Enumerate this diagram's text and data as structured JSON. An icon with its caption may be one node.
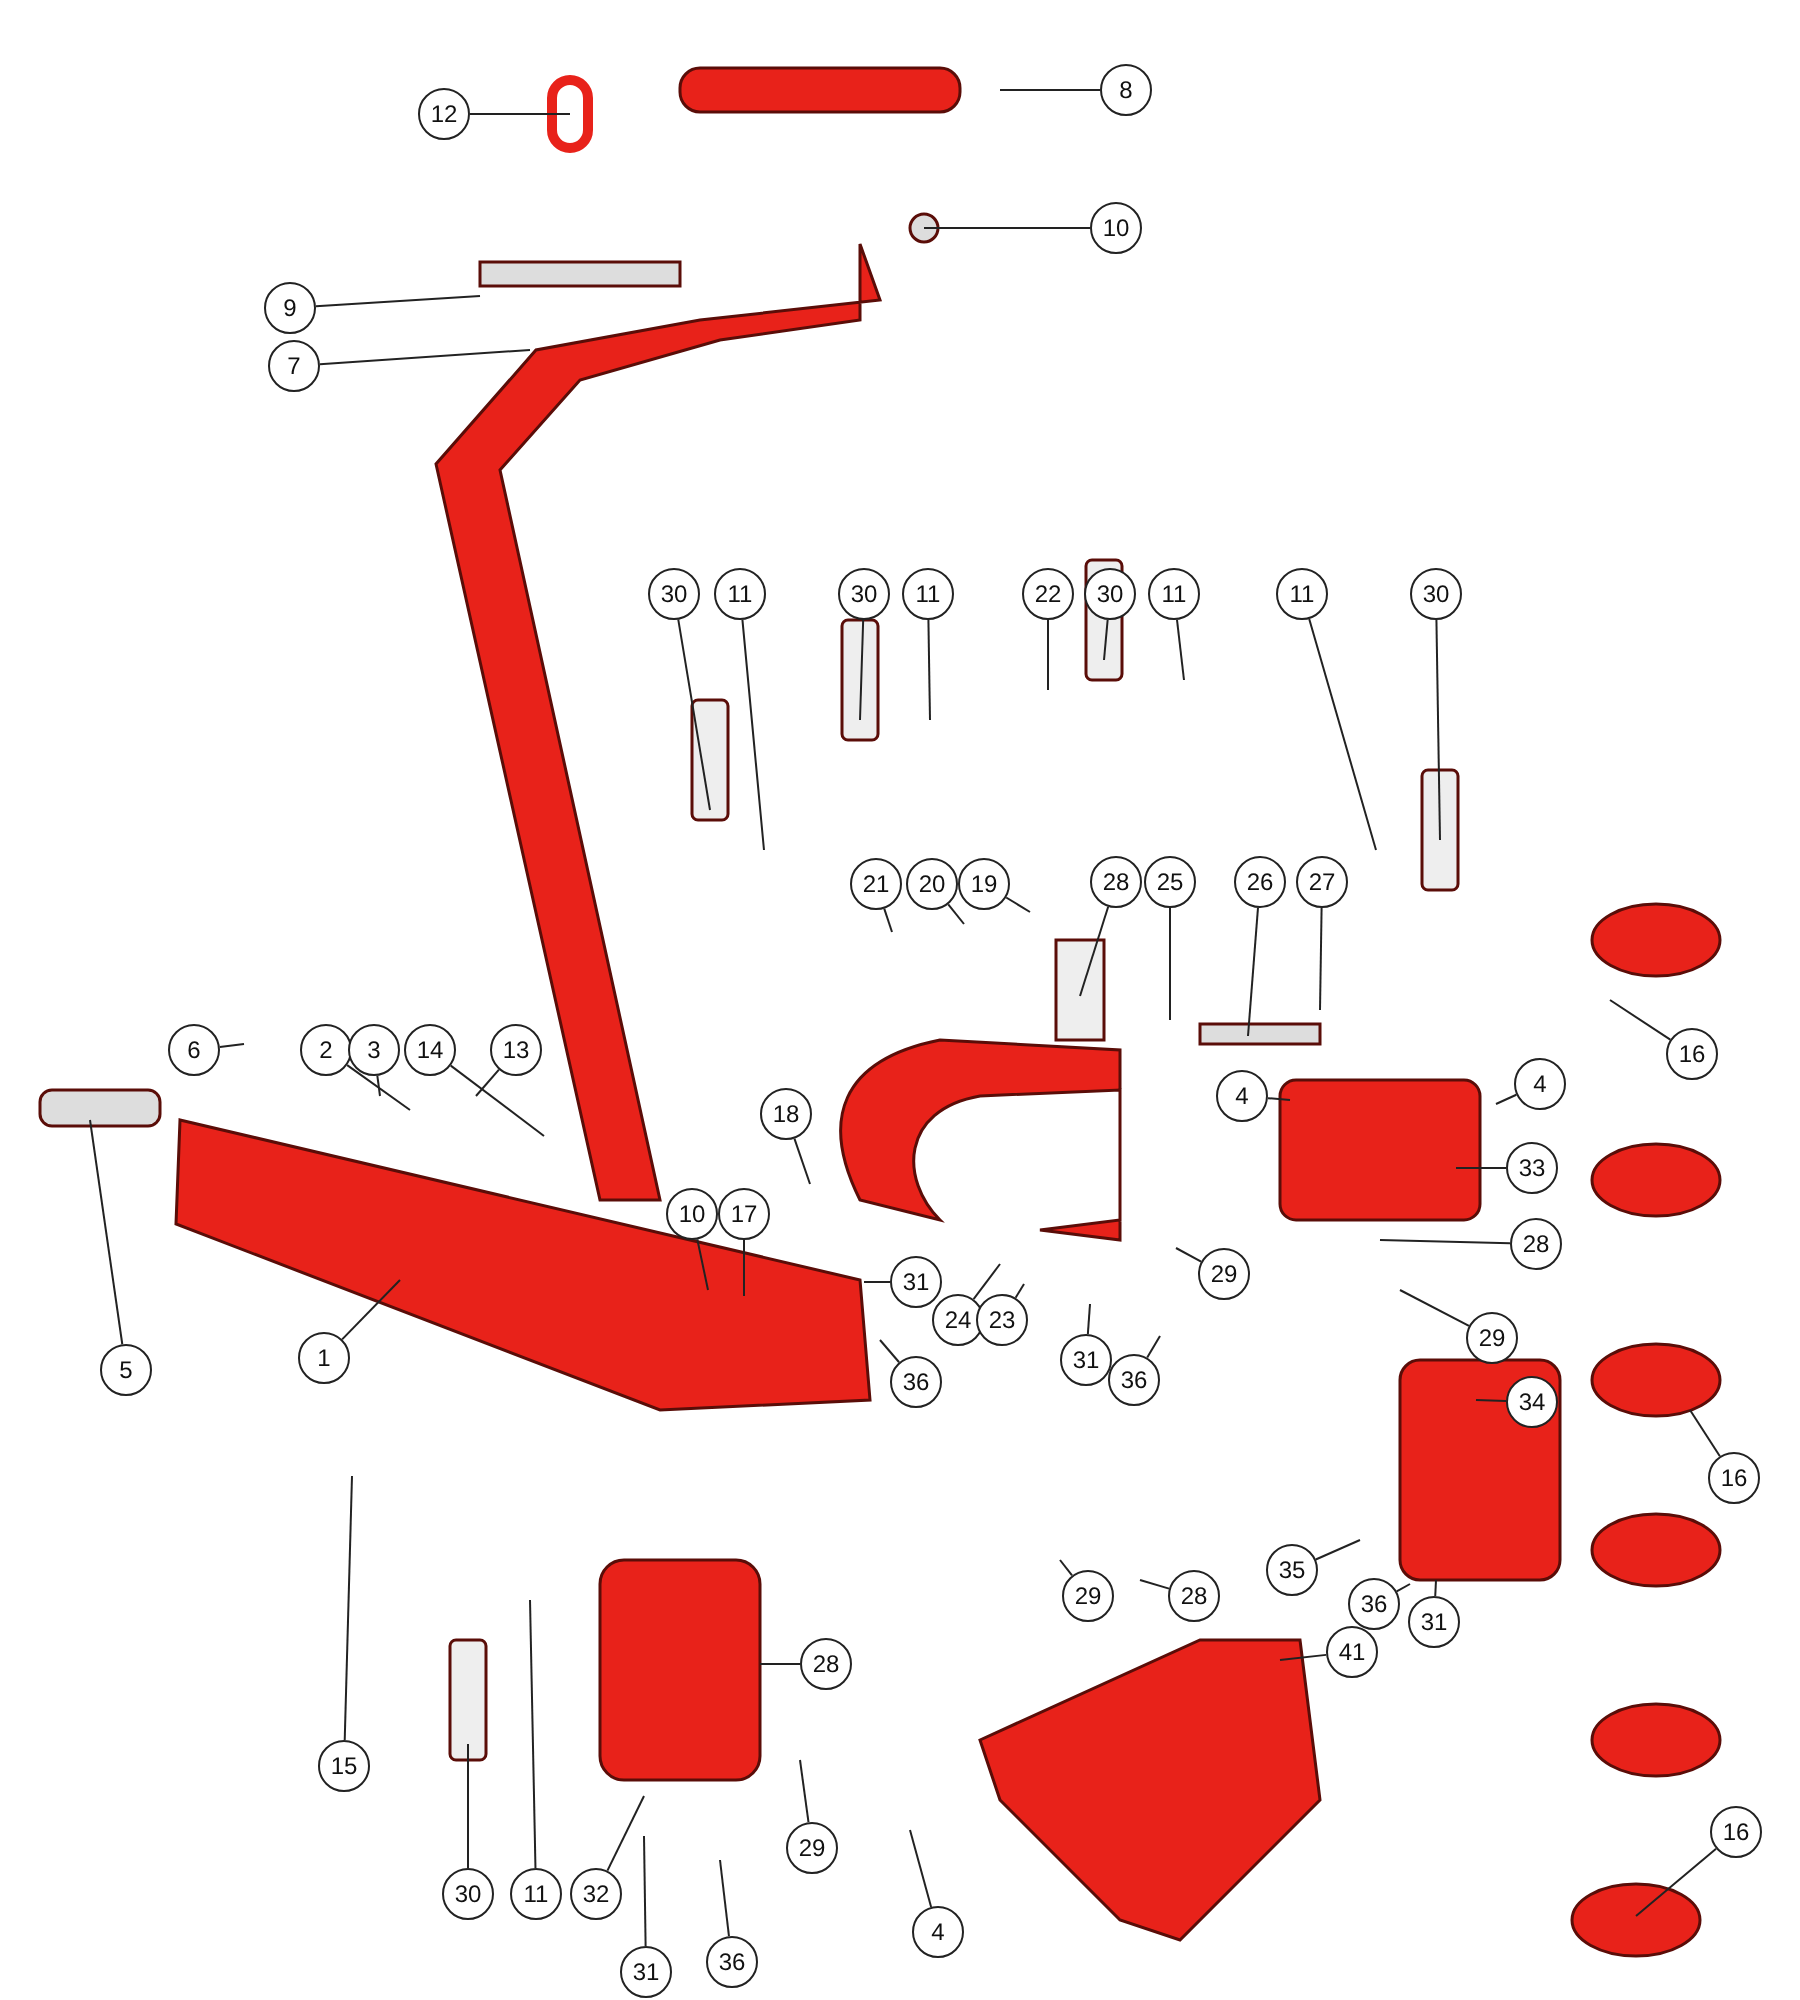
{
  "diagram": {
    "nodes": [
      {
        "text": [
          "12"
        ]
      },
      {
        "text": [
          "8"
        ]
      },
      {
        "text": [
          "10"
        ]
      },
      {
        "text": [
          "9"
        ]
      },
      {
        "text": [
          "7"
        ]
      },
      {
        "text": [
          "30"
        ]
      },
      {
        "text": [
          "11"
        ]
      },
      {
        "text": [
          "30"
        ]
      },
      {
        "text": [
          "11"
        ]
      },
      {
        "text": [
          "22"
        ]
      },
      {
        "text": [
          "30"
        ]
      },
      {
        "text": [
          "11"
        ]
      },
      {
        "text": [
          "11"
        ]
      },
      {
        "text": [
          "30"
        ]
      },
      {
        "text": [
          "21"
        ]
      },
      {
        "text": [
          "20"
        ]
      },
      {
        "text": [
          "19"
        ]
      },
      {
        "text": [
          "28"
        ]
      },
      {
        "text": [
          "25"
        ]
      },
      {
        "text": [
          "26"
        ]
      },
      {
        "text": [
          "27"
        ]
      },
      {
        "text": [
          "6"
        ]
      },
      {
        "text": [
          "2"
        ]
      },
      {
        "text": [
          "3"
        ]
      },
      {
        "text": [
          "14"
        ]
      },
      {
        "text": [
          "13"
        ]
      },
      {
        "text": [
          "16"
        ]
      },
      {
        "text": [
          "4"
        ]
      },
      {
        "text": [
          "4"
        ]
      },
      {
        "text": [
          "18"
        ]
      },
      {
        "text": [
          "10"
        ]
      },
      {
        "text": [
          "17"
        ]
      },
      {
        "text": [
          "33"
        ]
      },
      {
        "text": [
          "28"
        ]
      },
      {
        "text": [
          "31"
        ]
      },
      {
        "text": [
          "29"
        ]
      },
      {
        "text": [
          "24"
        ]
      },
      {
        "text": [
          "23"
        ]
      },
      {
        "text": [
          "5"
        ]
      },
      {
        "text": [
          "1"
        ]
      },
      {
        "text": [
          "36"
        ]
      },
      {
        "text": [
          "31"
        ]
      },
      {
        "text": [
          "36"
        ]
      },
      {
        "text": [
          "29"
        ]
      },
      {
        "text": [
          "34"
        ]
      },
      {
        "text": [
          "16"
        ]
      },
      {
        "text": [
          "15"
        ]
      },
      {
        "text": [
          "29"
        ]
      },
      {
        "text": [
          "28"
        ]
      },
      {
        "text": [
          "35"
        ]
      },
      {
        "text": [
          "36"
        ]
      },
      {
        "text": [
          "31"
        ]
      },
      {
        "text": [
          "41"
        ]
      },
      {
        "text": [
          "28"
        ]
      },
      {
        "text": [
          "4"
        ]
      },
      {
        "text": [
          "30"
        ]
      },
      {
        "text": [
          "11"
        ]
      },
      {
        "text": [
          "32"
        ]
      },
      {
        "text": [
          "29"
        ]
      },
      {
        "text": [
          "31"
        ]
      },
      {
        "text": [
          "36"
        ]
      },
      {
        "text": [
          "16"
        ]
      }
    ],
    "edges": [
      {
        "from": 0,
        "to": null,
        "arrow": "none"
      },
      {
        "from": 1,
        "to": null,
        "arrow": "none"
      },
      {
        "from": 2,
        "to": null,
        "arrow": "none"
      },
      {
        "from": 3,
        "to": null,
        "arrow": "none"
      },
      {
        "from": 4,
        "to": null,
        "arrow": "none"
      },
      {
        "from": 5,
        "to": null,
        "arrow": "none"
      },
      {
        "from": 6,
        "to": null,
        "arrow": "none"
      },
      {
        "from": 7,
        "to": null,
        "arrow": "none"
      },
      {
        "from": 8,
        "to": null,
        "arrow": "none"
      },
      {
        "from": 9,
        "to": null,
        "arrow": "none"
      },
      {
        "from": 10,
        "to": null,
        "arrow": "none"
      },
      {
        "from": 11,
        "to": null,
        "arrow": "none"
      },
      {
        "from": 12,
        "to": null,
        "arrow": "none"
      },
      {
        "from": 13,
        "to": null,
        "arrow": "none"
      },
      {
        "from": 14,
        "to": null,
        "arrow": "none"
      },
      {
        "from": 15,
        "to": null,
        "arrow": "none"
      },
      {
        "from": 16,
        "to": null,
        "arrow": "none"
      },
      {
        "from": 17,
        "to": null,
        "arrow": "none"
      },
      {
        "from": 18,
        "to": null,
        "arrow": "none"
      },
      {
        "from": 19,
        "to": null,
        "arrow": "none"
      },
      {
        "from": 20,
        "to": null,
        "arrow": "none"
      },
      {
        "from": 21,
        "to": null,
        "arrow": "none"
      },
      {
        "from": 22,
        "to": null,
        "arrow": "none"
      },
      {
        "from": 23,
        "to": null,
        "arrow": "none"
      },
      {
        "from": 24,
        "to": null,
        "arrow": "none"
      },
      {
        "from": 25,
        "to": null,
        "arrow": "none"
      },
      {
        "from": 26,
        "to": null,
        "arrow": "none"
      },
      {
        "from": 27,
        "to": null,
        "arrow": "none"
      },
      {
        "from": 28,
        "to": null,
        "arrow": "none"
      },
      {
        "from": 29,
        "to": null,
        "arrow": "none"
      },
      {
        "from": 30,
        "to": null,
        "arrow": "none"
      },
      {
        "from": 31,
        "to": null,
        "arrow": "none"
      },
      {
        "from": 32,
        "to": null,
        "arrow": "none"
      },
      {
        "from": 33,
        "to": null,
        "arrow": "none"
      },
      {
        "from": 34,
        "to": null,
        "arrow": "none"
      },
      {
        "from": 35,
        "to": null,
        "arrow": "none"
      },
      {
        "from": 36,
        "to": null,
        "arrow": "none"
      },
      {
        "from": 37,
        "to": null,
        "arrow": "none"
      },
      {
        "from": 38,
        "to": null,
        "arrow": "none"
      },
      {
        "from": 39,
        "to": null,
        "arrow": "none"
      },
      {
        "from": 40,
        "to": null,
        "arrow": "none"
      },
      {
        "from": 41,
        "to": null,
        "arrow": "none"
      },
      {
        "from": 42,
        "to": null,
        "arrow": "none"
      },
      {
        "from": 43,
        "to": null,
        "arrow": "none"
      },
      {
        "from": 44,
        "to": null,
        "arrow": "none"
      },
      {
        "from": 45,
        "to": null,
        "arrow": "none"
      },
      {
        "from": 46,
        "to": null,
        "arrow": "none"
      },
      {
        "from": 47,
        "to": null,
        "arrow": "none"
      },
      {
        "from": 48,
        "to": null,
        "arrow": "none"
      },
      {
        "from": 49,
        "to": null,
        "arrow": "none"
      },
      {
        "from": 50,
        "to": null,
        "arrow": "none"
      },
      {
        "from": 51,
        "to": null,
        "arrow": "none"
      },
      {
        "from": 52,
        "to": null,
        "arrow": "none"
      },
      {
        "from": 53,
        "to": null,
        "arrow": "none"
      },
      {
        "from": 54,
        "to": null,
        "arrow": "none"
      },
      {
        "from": 55,
        "to": null,
        "arrow": "none"
      },
      {
        "from": 56,
        "to": null,
        "arrow": "none"
      },
      {
        "from": 57,
        "to": null,
        "arrow": "none"
      },
      {
        "from": 58,
        "to": null,
        "arrow": "none"
      },
      {
        "from": 59,
        "to": null,
        "arrow": "none"
      },
      {
        "from": 60,
        "to": null,
        "arrow": "none"
      },
      {
        "from": 61,
        "to": null,
        "arrow": "none"
      }
    ]
  }
}
